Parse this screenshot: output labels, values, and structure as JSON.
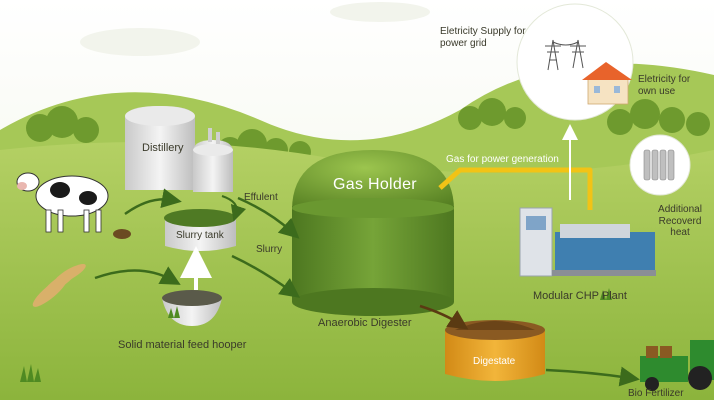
{
  "labels": {
    "electricity_supply": "Eletricity Supply for power grid",
    "electricity_own": "Eletricity for own use",
    "gas_power": "Gas for power generation",
    "gas_holder": "Gas Holder",
    "distillery": "Distillery",
    "effulent": "Effulent",
    "slurry_tank": "Slurry tank",
    "slurry": "Slurry",
    "additional_heat": "Additional Recoverd heat",
    "chp_plant": "Modular CHP Plant",
    "anaerobic_digester": "Anaerobic Digester",
    "solid_feed": "Solid material feed hooper",
    "digestate": "Digestate",
    "bio_fertilizer": "Bio Fertilizer"
  },
  "colors": {
    "sky": "#ffffff",
    "hill_back": "#a9c95a",
    "ground": "#9fc24c",
    "dome": "#7aa63a",
    "digester_wall": "#5f8a2a",
    "gas_pipe": "#f2c316",
    "arrow_green": "#3c6b1c",
    "digestate_tank": "#e6a325",
    "house_roof": "#e8632b",
    "tractor": "#2e8b2e"
  }
}
